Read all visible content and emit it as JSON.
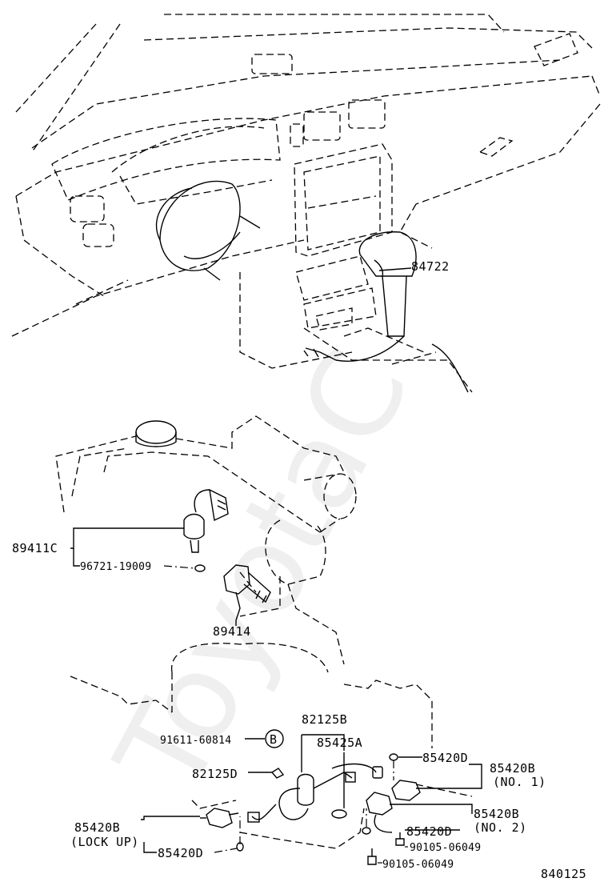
{
  "watermark": "ToyotaC",
  "figure_id": "840125",
  "callouts": {
    "p84722": "84722",
    "p89411c": "89411C",
    "p96721": "96721-19009",
    "p89414": "89414",
    "p91611": "91611-60814",
    "bubble_b": "B",
    "p82125b": "82125B",
    "p85425a": "85425A",
    "p82125d": "82125D",
    "p85420d_top": "85420D",
    "p85420b_no1": "85420B",
    "no1": "(NO. 1)",
    "p85420b_no2": "85420B",
    "no2": "(NO. 2)",
    "p85420d_mid": "85420D",
    "p90105_a": "90105-06049",
    "p90105_b": "90105-06049",
    "p85420b_lock": "85420B",
    "lockup": "(LOCK UP)",
    "p85420d_bot": "85420D"
  }
}
